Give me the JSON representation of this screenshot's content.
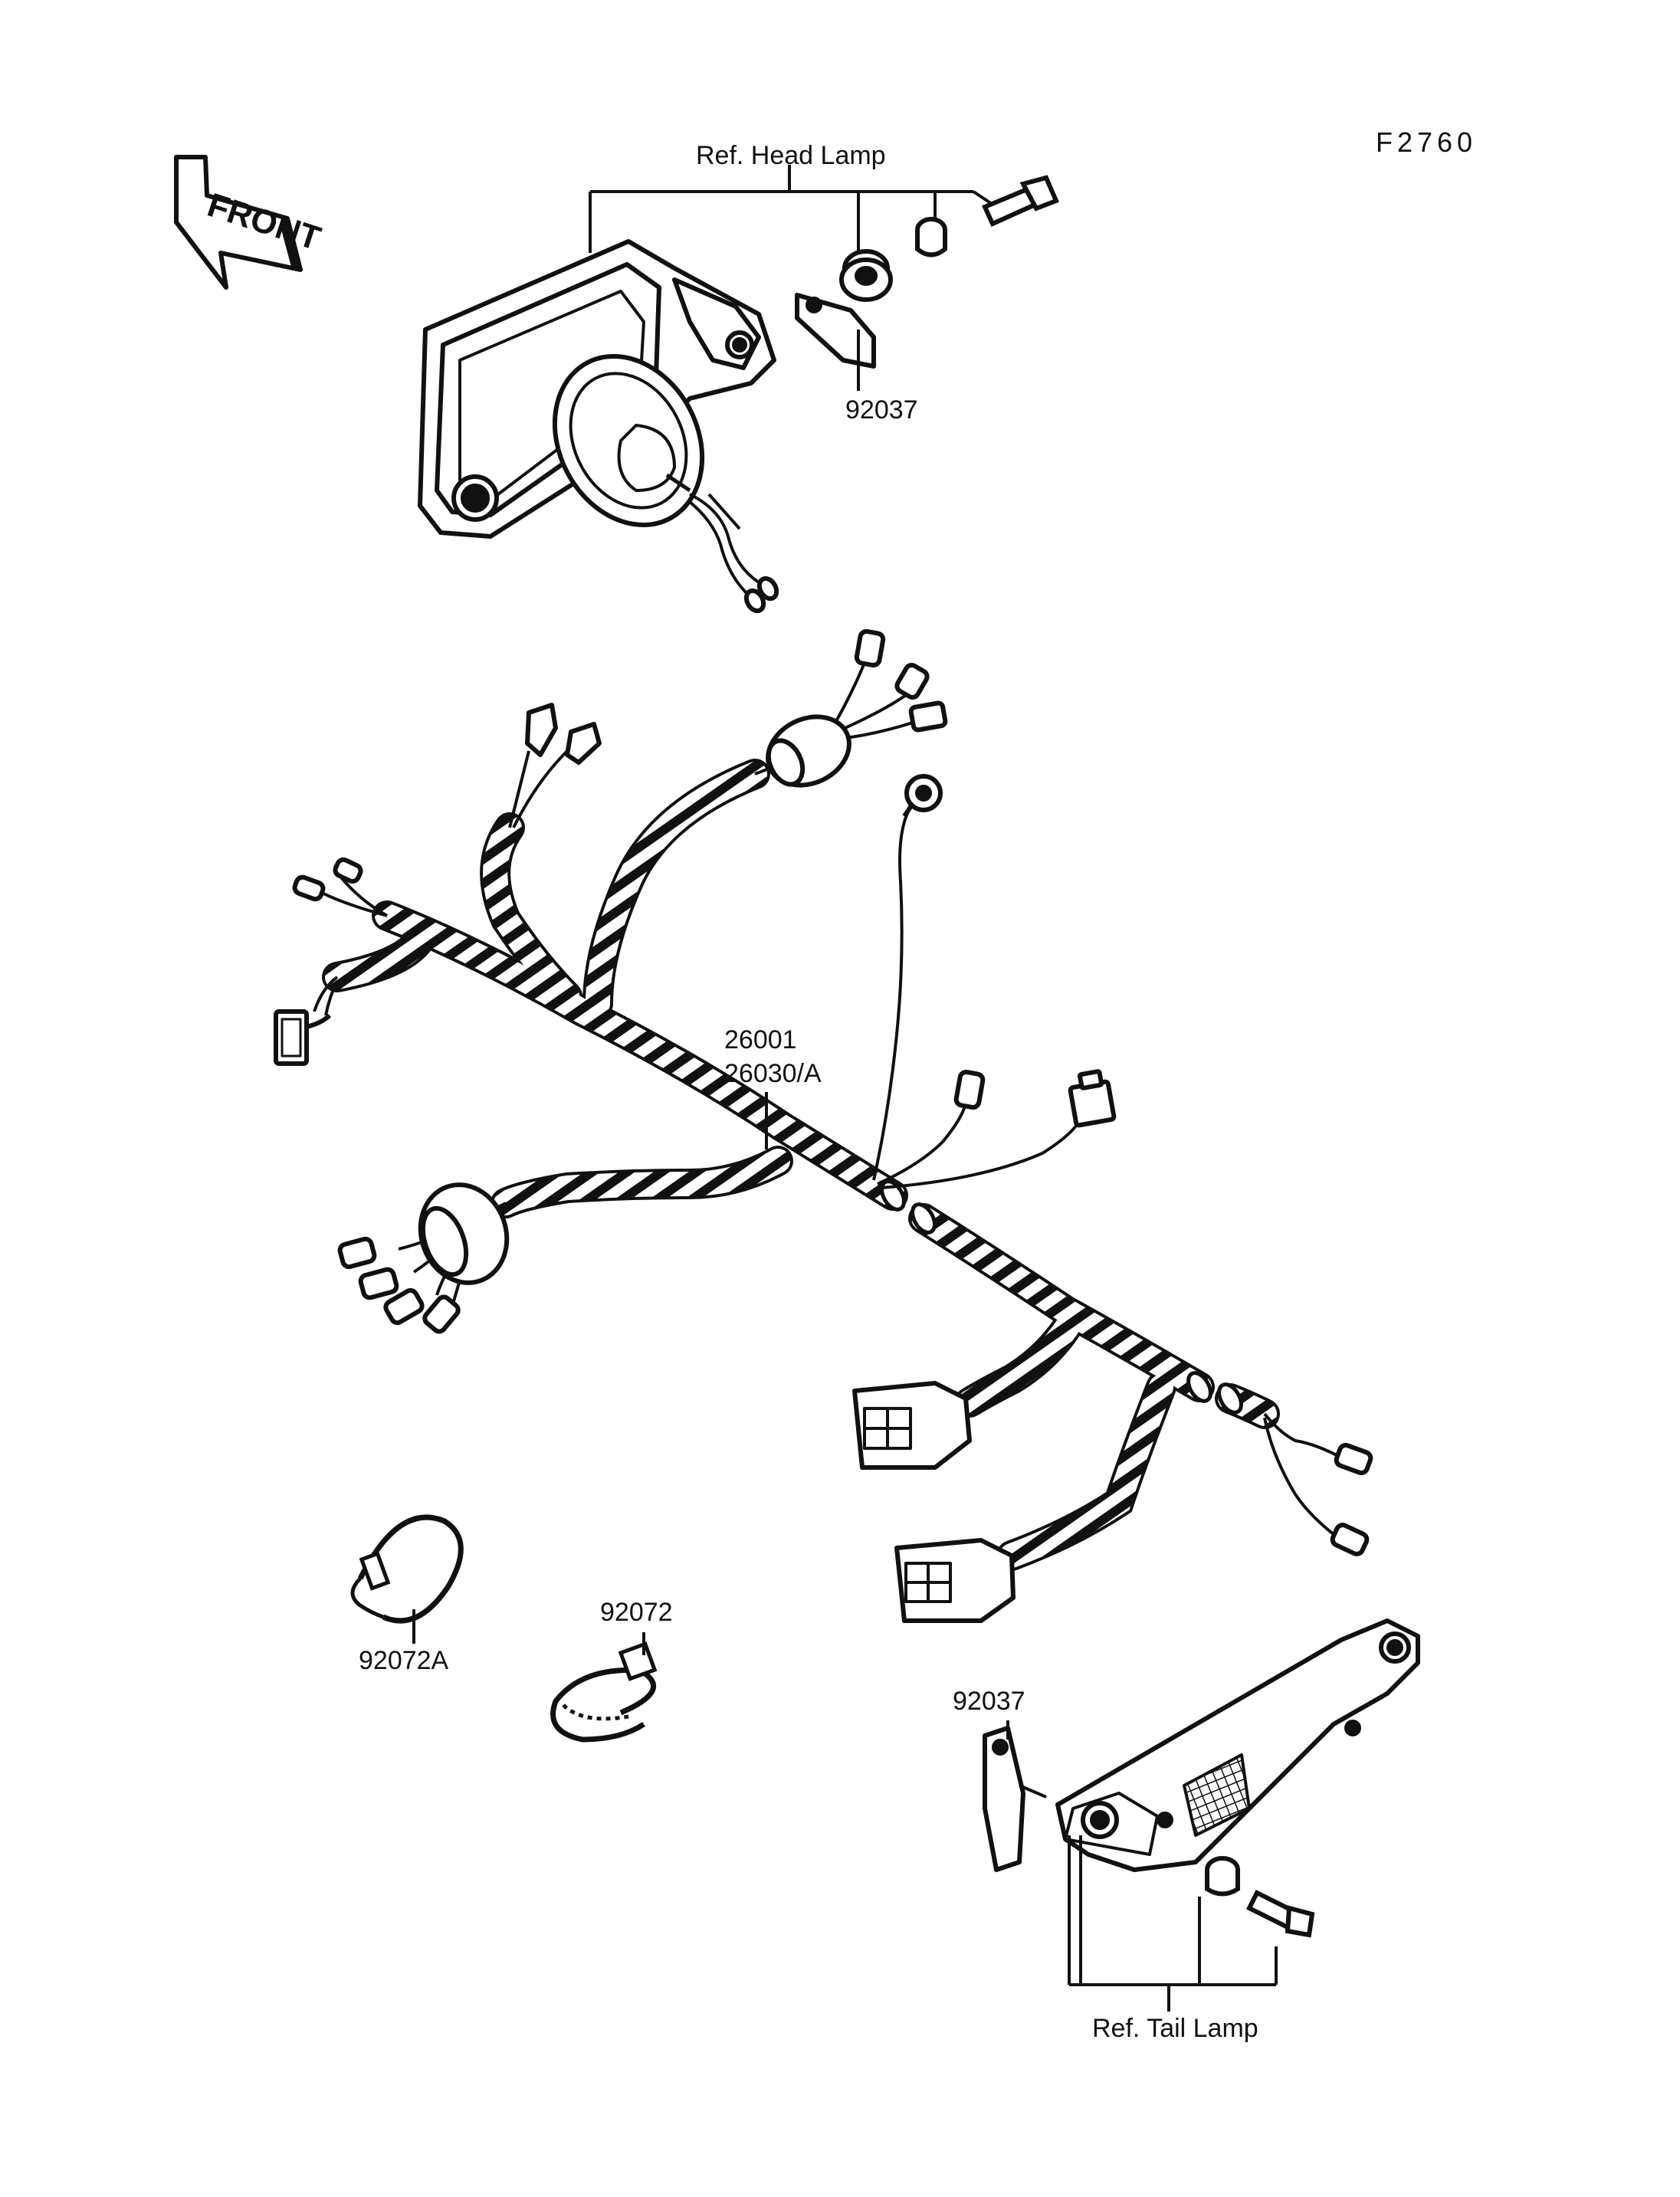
{
  "figure_code": "F2760",
  "front_label": "FRONT",
  "labels": {
    "head_lamp_ref": "Ref. Head Lamp",
    "tail_lamp_ref": "Ref. Tail Lamp",
    "bracket_top": "92037",
    "bracket_bottom": "92037",
    "harness_1": "26001",
    "harness_2": "26030/A",
    "clamp_small": "92072A",
    "clamp_band": "92072"
  },
  "colors": {
    "line": "#111111",
    "paper": "#ffffff"
  }
}
